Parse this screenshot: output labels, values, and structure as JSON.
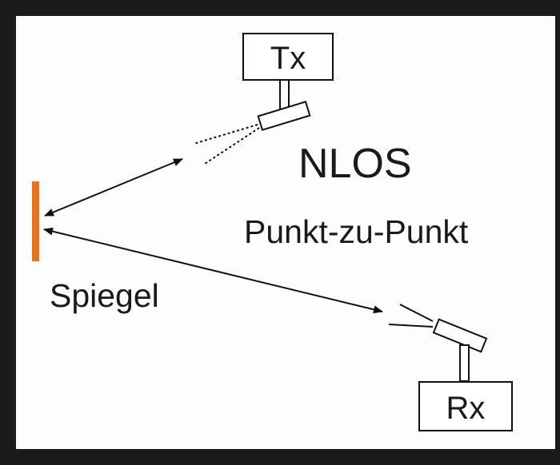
{
  "labels": {
    "tx": "Tx",
    "rx": "Rx",
    "mode": "NLOS",
    "topology": "Punkt-zu-Punkt",
    "mirror": "Spiegel"
  },
  "colors": {
    "frame": "#1b1b1b",
    "mirror": "#e8731a",
    "line": "#111111"
  }
}
